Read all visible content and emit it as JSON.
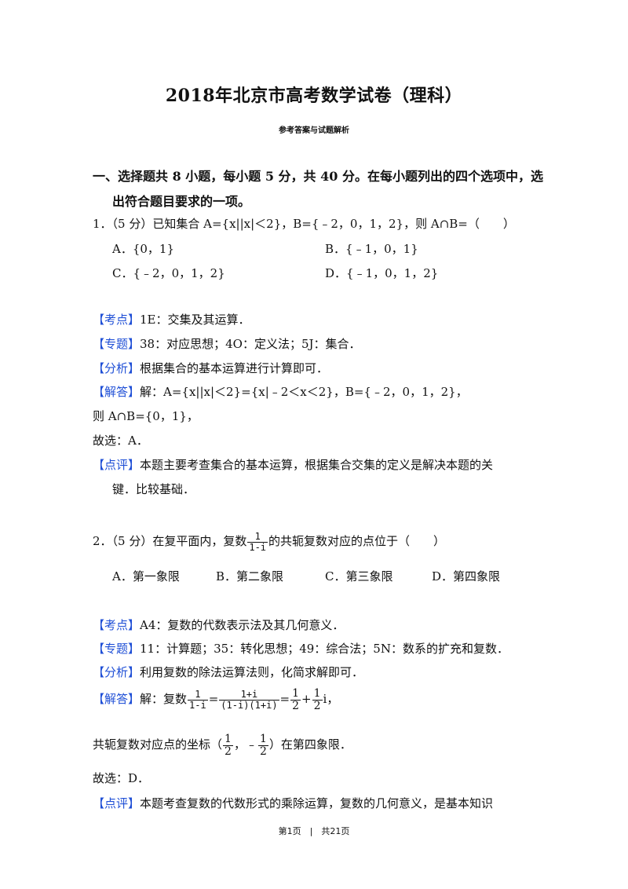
{
  "title": "2018年北京市高考数学试卷（理科）",
  "subtitle": "参考答案与试题解析",
  "section": {
    "line1": "一、选择题共 8 小题，每小题 5 分，共 40 分。在每小题列出的四个选项中，选",
    "line2": "出符合题目要求的一项。"
  },
  "tags": {
    "kaodian": "【考点】",
    "zhuanti": "【专题】",
    "fenxi": "【分析】",
    "jieda": "【解答】",
    "dianping": "【点评】"
  },
  "q1": {
    "stem": "1．（5 分）已知集合 A={x||x|＜2}，B={﹣2，0，1，2}，则 A∩B=（　　）",
    "options": [
      "A．{0，1}",
      "B．{﹣1，0，1}",
      "C．{﹣2，0，1，2}",
      "D．{﹣1，0，1，2}"
    ],
    "kaodian": "1E：交集及其运算．",
    "zhuanti": "38：对应思想；4O：定义法；5J：集合．",
    "fenxi": "根据集合的基本运算进行计算即可．",
    "jieda": "解：A={x||x|＜2}={x|﹣2＜x＜2}，B={﹣2，0，1，2}，",
    "line2": "则 A∩B={0，1}，",
    "line3": "故选：A．",
    "dianping1": "本题主要考查集合的基本运算，根据集合交集的定义是解决本题的关",
    "dianping2": "键．比较基础．"
  },
  "q2": {
    "stem_pre": "2．（5 分）在复平面内，复数",
    "stem_num": "1",
    "stem_den": "1-i",
    "stem_post": "的共轭复数对应的点位于（　　）",
    "options": [
      "A．第一象限",
      "B．第二象限",
      "C．第三象限",
      "D．第四象限"
    ],
    "kaodian": "A4：复数的代数表示法及其几何意义．",
    "zhuanti": "11：计算题；35：转化思想；49：综合法；5N：数系的扩充和复数．",
    "fenxi": "利用复数的除法运算法则，化简求解即可．",
    "jieda_pre": "解：复数",
    "f1_num": "1",
    "f1_den": "1-i",
    "eq": "=",
    "f2_num": "1+i",
    "f2_den": "(1-i)(1+i)",
    "f3_num": "1",
    "f3_den": "2",
    "plus": "+",
    "f4_num": "1",
    "f4_den": "2",
    "jieda_post": "i，",
    "coord_pre": "共轭复数对应点的坐标（",
    "c1_num": "1",
    "c1_den": "2",
    "coord_mid": "，﹣",
    "c2_num": "1",
    "c2_den": "2",
    "coord_post": "）在第四象限．",
    "choose": "故选：D．",
    "dianping": "本题考查复数的代数形式的乘除运算，复数的几何意义，是基本知识"
  },
  "footer": "第1页　|　共21页"
}
